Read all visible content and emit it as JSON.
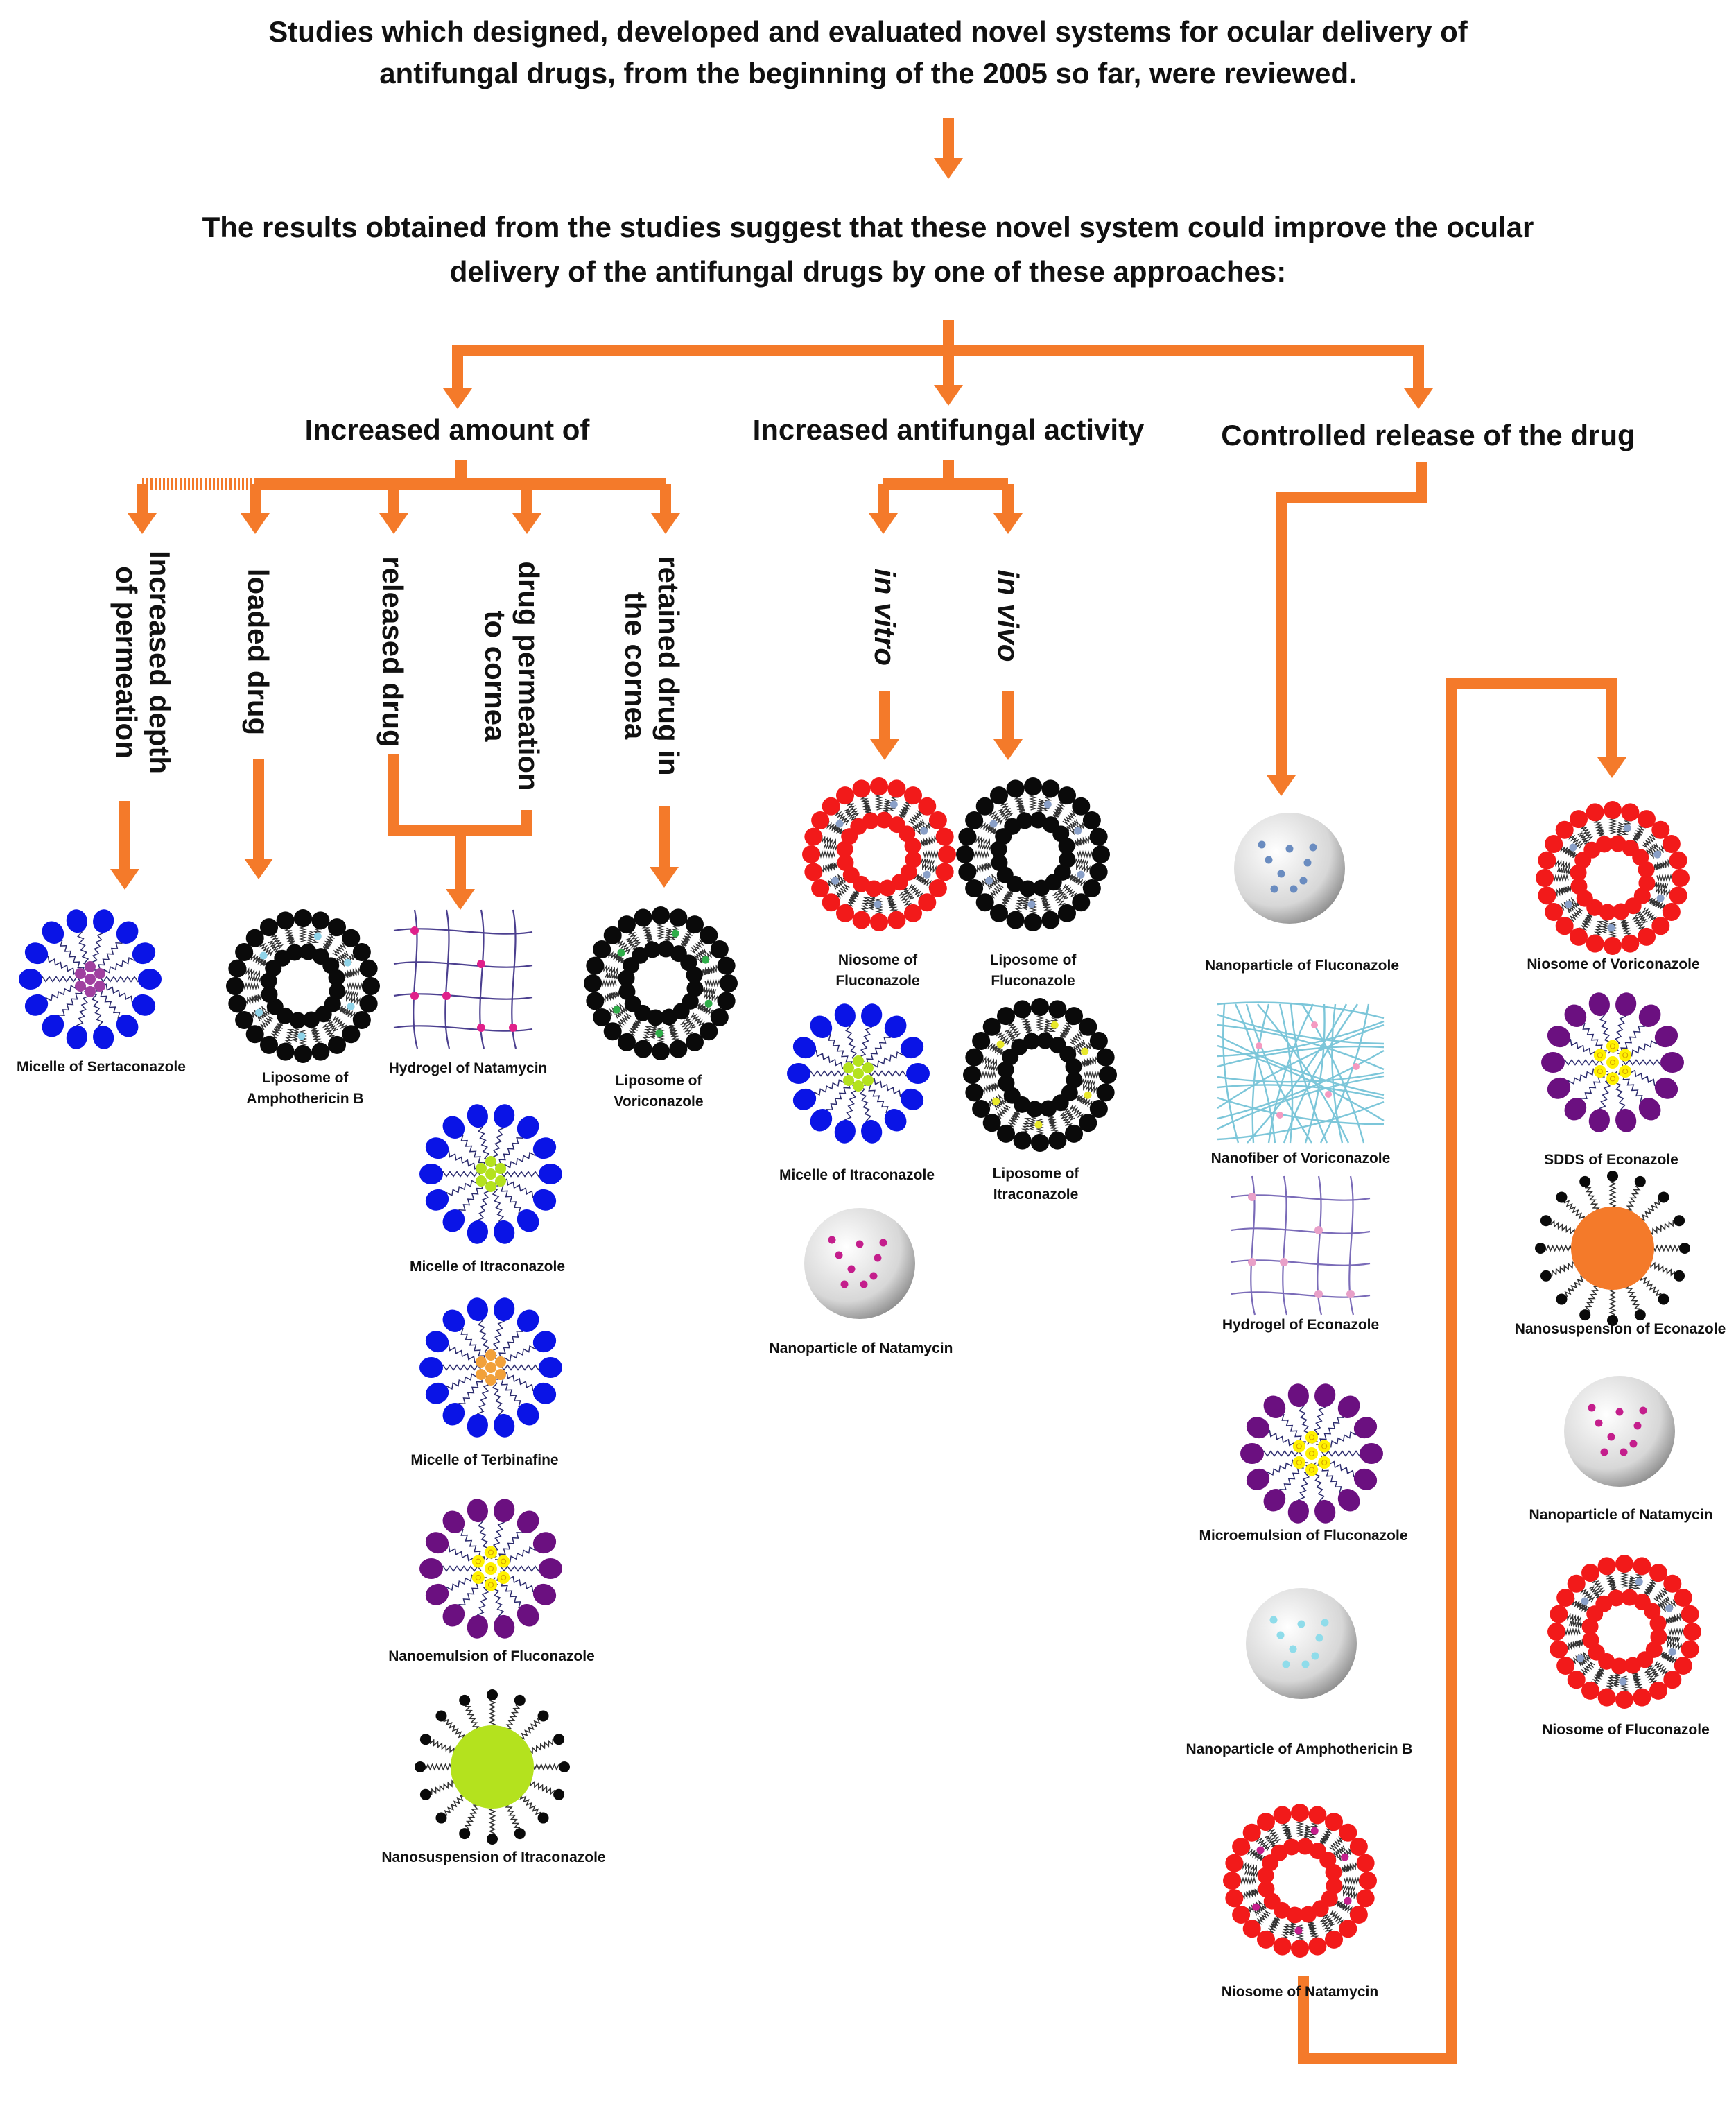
{
  "header": {
    "line1": "Studies which designed, developed and evaluated novel systems for ocular delivery of",
    "line2": "antifungal drugs, from the beginning of the 2005 so far, were reviewed.",
    "line3": "The results obtained from the studies suggest that these novel system could improve the ocular",
    "line4": "delivery of the antifungal drugs by one of these approaches:"
  },
  "branches": {
    "amount": "Increased amount of",
    "activity": "Increased antifungal activity",
    "release": "Controlled release of the drug"
  },
  "subbranches": {
    "depth": [
      "Increased depth",
      "of permeation"
    ],
    "loaded": "loaded drug",
    "released": "released drug",
    "permeation": [
      "drug permeation",
      "to cornea"
    ],
    "retained": [
      "retained drug in",
      "the cornea"
    ],
    "invitro": "in vitro",
    "invivo": "in vivo"
  },
  "items": {
    "micelle_sertaconazole": "Micelle of Sertaconazole",
    "liposome_amphotericin": [
      "Liposome of",
      "Amphothericin B"
    ],
    "hydrogel_natamycin": "Hydrogel of Natamycin",
    "liposome_voriconazole": [
      "Liposome of",
      "Voriconazole"
    ],
    "micelle_itraconazole_a": "Micelle of Itraconazole",
    "micelle_terbinafine": "Micelle of Terbinafine",
    "nanoemulsion_fluconazole": "Nanoemulsion of Fluconazole",
    "nanosuspension_itraconazole": "Nanosuspension of Itraconazole",
    "niosome_fluconazole_a": [
      "Niosome of",
      "Fluconazole"
    ],
    "liposome_fluconazole": [
      "Liposome of",
      "Fluconazole"
    ],
    "micelle_itraconazole_b": "Micelle of Itraconazole",
    "liposome_itraconazole": [
      "Liposome of",
      "Itraconazole"
    ],
    "nanoparticle_natamycin_a": "Nanoparticle of Natamycin",
    "nanoparticle_fluconazole": "Nanoparticle of Fluconazole",
    "nanofiber_voriconazole": "Nanofiber of Voriconazole",
    "hydrogel_econazole": "Hydrogel of Econazole",
    "microemulsion_fluconazole": "Microemulsion of Fluconazole",
    "nanoparticle_amphotericin": "Nanoparticle of Amphothericin B",
    "niosome_natamycin": "Niosome of Natamycin",
    "niosome_voriconazole": "Niosome of Voriconazole",
    "sdds_econazole": "SDDS of Econazole",
    "nanosuspension_econazole": "Nanosuspension of Econazole",
    "nanoparticle_natamycin_b": "Nanoparticle of Natamycin",
    "niosome_fluconazole_b": "Niosome of Fluconazole"
  },
  "colors": {
    "arrow": "#F47A2A",
    "blue": "#0A14E6",
    "black": "#0A0A0A",
    "red": "#F21A1A",
    "purple": "#6B1080",
    "yellow": "#FFF200",
    "lime": "#B4E21E",
    "orange": "#F47A2A"
  }
}
